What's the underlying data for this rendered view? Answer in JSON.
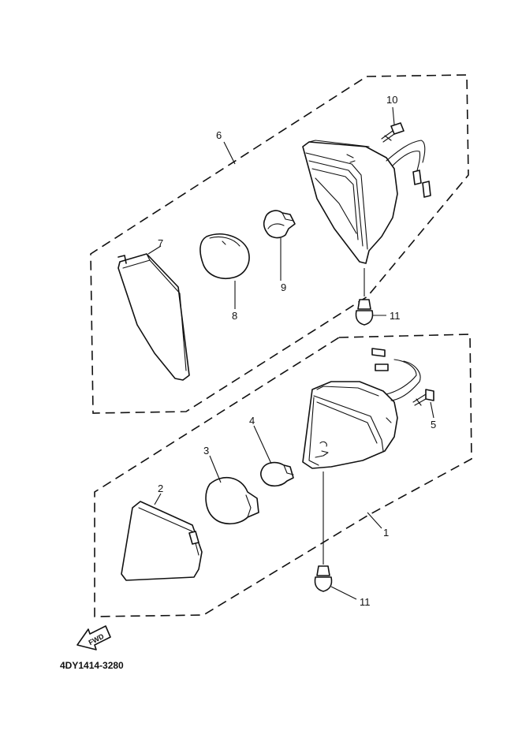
{
  "callouts": {
    "c1": "1",
    "c2": "2",
    "c3": "3",
    "c4": "4",
    "c5": "5",
    "c6": "6",
    "c7": "7",
    "c8": "8",
    "c9": "9",
    "c10": "10",
    "c11_upper": "11",
    "c11_lower": "11"
  },
  "fwd_label": "FWD",
  "diagram_code": "4DY1414-3280"
}
